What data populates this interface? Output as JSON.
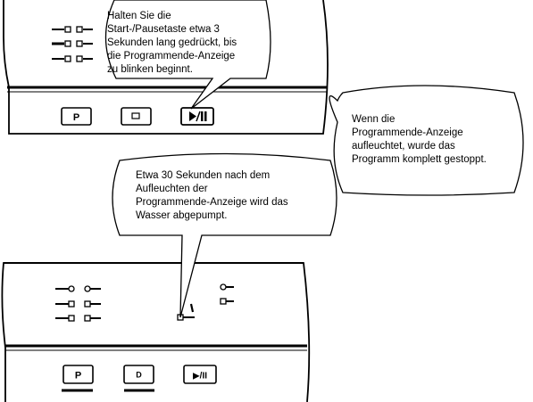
{
  "callouts": [
    {
      "id": "top",
      "lines": [
        "Halten Sie die",
        "Start-/Pausetaste etwa 3",
        "Sekunden lang gedrückt, bis",
        "die Programmende-Anzeige",
        "zu blinken beginnt."
      ]
    },
    {
      "id": "right",
      "lines": [
        "Wenn die",
        "Programmende-Anzeige",
        "aufleuchtet, wurde das",
        "Programm komplett gestoppt."
      ]
    },
    {
      "id": "middle",
      "lines": [
        "Etwa 30 Sekunden nach dem",
        "Aufleuchten der",
        "Programmende-Anzeige wird das",
        "Wasser abgepumpt."
      ]
    }
  ],
  "buttons": {
    "program": "P",
    "option": "D",
    "start_pause": "▶/II"
  },
  "colors": {
    "line": "#000000",
    "background": "#ffffff"
  }
}
